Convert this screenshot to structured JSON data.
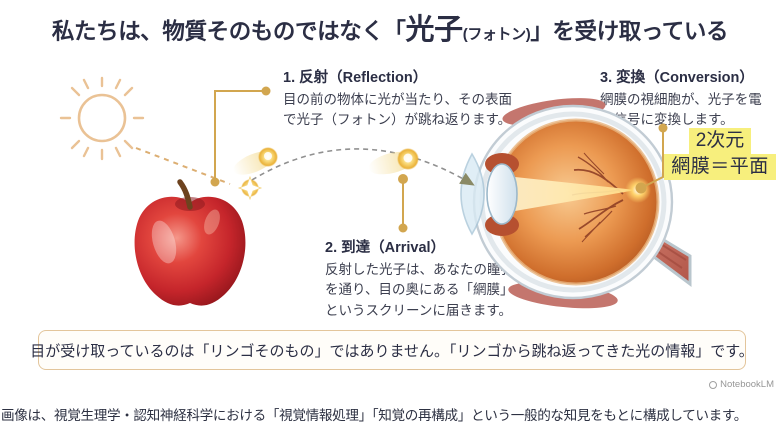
{
  "title": {
    "pre": "私たちは、物質そのものではなく「",
    "emphasis": "光子",
    "emphasis_ruby": "(フォトン)",
    "post": "」を受け取っている"
  },
  "steps": [
    {
      "heading": "1. 反射（Reflection）",
      "body": "目の前の物体に光が当たり、その表面\nで光子（フォトン）が跳ね返ります。"
    },
    {
      "heading": "2. 到達（Arrival）",
      "body": "反射した光子は、あなたの瞳孔\nを通り、目の奥にある「網膜」\nというスクリーンに届きます。"
    },
    {
      "heading": "3. 変換（Conversion）",
      "body": "網膜の視細胞が、光子を電\n気信号に変換します。"
    }
  ],
  "callout": {
    "line1": "2次元",
    "line2": "網膜＝平面",
    "highlight_color": "#f7ef7d"
  },
  "summary": {
    "text": "目が受け取っているのは「リンゴそのもの」ではありません。「リンゴから跳ね返ってきた光の情報」です。"
  },
  "watermark": {
    "label": "NotebookLM"
  },
  "footnote": {
    "text": "画像は、視覚生理学・認知神経科学における「視覚情報処理」「知覚の再構成」という一般的な知見をもとに構成しています。"
  },
  "colors": {
    "title_text": "#2b2e44",
    "connector_gold": "#d2a64f",
    "dashed_arc": "#909090",
    "sun_outline": "#eac295",
    "callout_yellow": "#f7ef7d",
    "summary_border": "#e3c59b",
    "apple_red": "#c5252b",
    "eye_fundus_orange": "#ec9a52"
  }
}
